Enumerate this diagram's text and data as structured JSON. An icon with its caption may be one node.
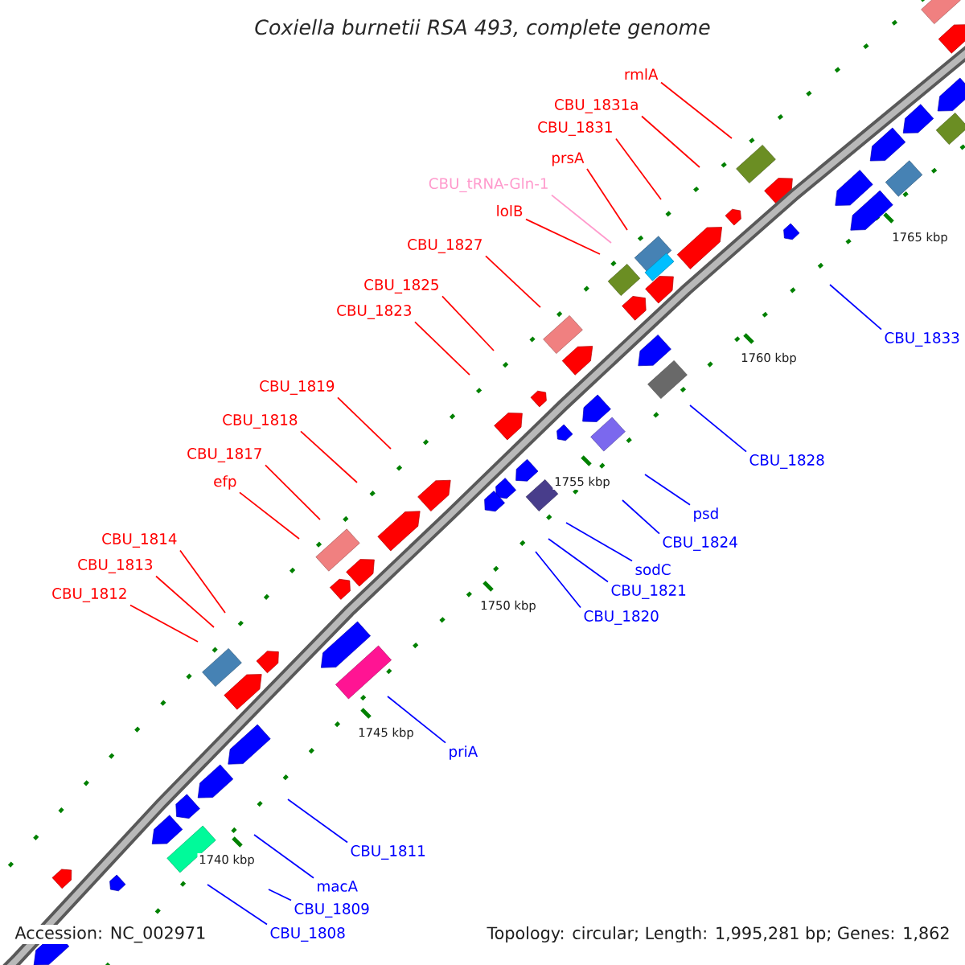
{
  "diagram": {
    "title": "*Coxiella burnetii* RSA 493, complete genome",
    "nodes": [
      {
        "text": [
          "rmlA"
        ]
      },
      {
        "text": [
          "CBU_1831a"
        ]
      },
      {
        "text": [
          "CBU_1831"
        ]
      },
      {
        "text": [
          "prsA"
        ]
      },
      {
        "text": [
          "CBU_tRNA-Gln-1"
        ]
      },
      {
        "text": [
          "lolB"
        ]
      },
      {
        "text": [
          "CBU_1827"
        ]
      },
      {
        "text": [
          "CBU_1825"
        ]
      },
      {
        "text": [
          "CBU_1823"
        ]
      },
      {
        "text": [
          "CBU_1819"
        ]
      },
      {
        "text": [
          "CBU_1818"
        ]
      },
      {
        "text": [
          "CBU_1817"
        ]
      },
      {
        "text": [
          "efp"
        ]
      },
      {
        "text": [
          "CBU_1814"
        ]
      },
      {
        "text": [
          "CBU_1813"
        ]
      },
      {
        "text": [
          "CBU_1812"
        ]
      },
      {
        "text": [
          "CBU_1833"
        ]
      },
      {
        "text": [
          "CBU_1828"
        ]
      },
      {
        "text": [
          "psd"
        ]
      },
      {
        "text": [
          "CBU_1824"
        ]
      },
      {
        "text": [
          "sodC"
        ]
      },
      {
        "text": [
          "CBU_1821"
        ]
      },
      {
        "text": [
          "CBU_1820"
        ]
      },
      {
        "text": [
          "priA"
        ]
      },
      {
        "text": [
          "CBU_1811"
        ]
      },
      {
        "text": [
          "macA"
        ]
      },
      {
        "text": [
          "CBU_1809"
        ]
      },
      {
        "text": [
          "CBU_1808"
        ]
      }
    ],
    "edges": [
      {
        "from": 0,
        "to": null,
        "arrow": "none"
      },
      {
        "from": 1,
        "to": null,
        "arrow": "none"
      },
      {
        "from": 2,
        "to": null,
        "arrow": "none"
      },
      {
        "from": 3,
        "to": null,
        "arrow": "none"
      },
      {
        "from": 4,
        "to": null,
        "arrow": "none",
        "color": "#ff99cc"
      },
      {
        "from": 5,
        "to": null,
        "arrow": "none"
      },
      {
        "from": 6,
        "to": null,
        "arrow": "none"
      },
      {
        "from": 7,
        "to": null,
        "arrow": "none"
      },
      {
        "from": 8,
        "to": null,
        "arrow": "none"
      },
      {
        "from": 9,
        "to": null,
        "arrow": "none"
      },
      {
        "from": 10,
        "to": null,
        "arrow": "none"
      },
      {
        "from": 11,
        "to": null,
        "arrow": "none"
      },
      {
        "from": 12,
        "to": null,
        "arrow": "none"
      },
      {
        "from": 13,
        "to": null,
        "arrow": "none"
      },
      {
        "from": 14,
        "to": null,
        "arrow": "none"
      },
      {
        "from": 15,
        "to": null,
        "arrow": "none"
      },
      {
        "from": 16,
        "to": null,
        "arrow": "none",
        "color": "#0000ff"
      },
      {
        "from": 17,
        "to": null,
        "arrow": "none",
        "color": "#0000ff"
      },
      {
        "from": 18,
        "to": null,
        "arrow": "none",
        "color": "#0000ff"
      },
      {
        "from": 19,
        "to": null,
        "arrow": "none",
        "color": "#0000ff"
      },
      {
        "from": 20,
        "to": null,
        "arrow": "none",
        "color": "#0000ff"
      },
      {
        "from": 21,
        "to": null,
        "arrow": "none",
        "color": "#0000ff"
      },
      {
        "from": 22,
        "to": null,
        "arrow": "none",
        "color": "#0000ff"
      },
      {
        "from": 23,
        "to": null,
        "arrow": "none",
        "color": "#0000ff"
      },
      {
        "from": 24,
        "to": null,
        "arrow": "none",
        "color": "#0000ff"
      },
      {
        "from": 25,
        "to": null,
        "arrow": "none",
        "color": "#0000ff"
      },
      {
        "from": 26,
        "to": null,
        "arrow": "none",
        "color": "#0000ff"
      },
      {
        "from": 27,
        "to": null,
        "arrow": "none",
        "color": "#0000ff"
      }
    ],
    "labels": [
      "1765 kbp",
      "1760 kbp",
      "1755 kbp",
      "1750 kbp",
      "1745 kbp",
      "1740 kbp",
      "Accession: NC_002971",
      "Topology: circular; Length: 1,995,281 bp; Genes: 1,862"
    ]
  }
}
